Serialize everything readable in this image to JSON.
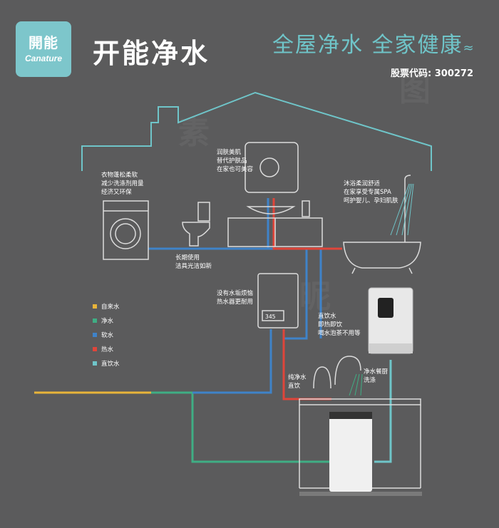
{
  "header": {
    "logo_cn": "開能",
    "logo_en": "Canature",
    "brand": "开能净水",
    "slogan": "全屋净水 全家健康",
    "stock": "股票代码: 300272"
  },
  "labels": {
    "washer": [
      "衣物蓬松柔软",
      "减少洗涤剂用量",
      "经济又环保"
    ],
    "skin": [
      "润肤美肌",
      "替代护肤品",
      "在家也可美容"
    ],
    "bath": [
      "沐浴柔润舒适",
      "在家享受专属SPA",
      "呵护婴儿、孕妇肌肤"
    ],
    "toilet": [
      "长期使用",
      "洁具光洁如新"
    ],
    "heater": [
      "没有水垢烦恼",
      "热水器更耐用"
    ],
    "drink": [
      "直饮水",
      "即热即饮",
      "喝水泡茶不用等"
    ],
    "faucet_direct": [
      "纯净水",
      "直饮"
    ],
    "faucet_kitchen": [
      "净水餐厨",
      "洗涤"
    ],
    "heater_display": "345"
  },
  "legend": [
    {
      "label": "自来水",
      "color": "#e8b43a"
    },
    {
      "label": "净水",
      "color": "#3fae84"
    },
    {
      "label": "软水",
      "color": "#3f83c9"
    },
    {
      "label": "热水",
      "color": "#e0453a"
    },
    {
      "label": "直饮水",
      "color": "#6fc5c9"
    }
  ]
}
